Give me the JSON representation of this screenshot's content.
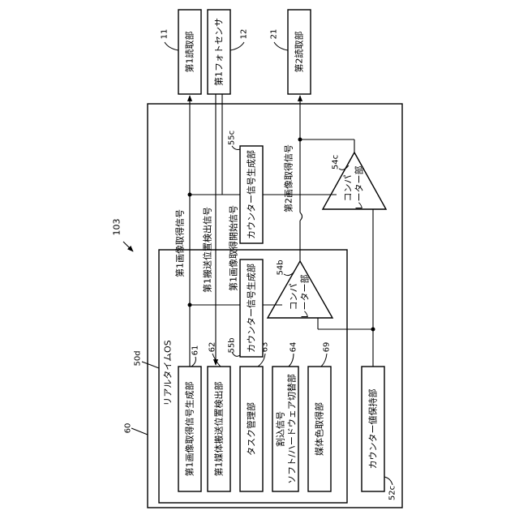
{
  "labels": {
    "ref_103": "103",
    "ref_60": "60",
    "ref_50d": "50d",
    "rtos": "リアルタイムOS",
    "top_reader1": {
      "num": "11",
      "text": "第1読取部"
    },
    "top_photosensor": {
      "num": "12",
      "text": "第1フォトセンサ"
    },
    "top_reader2": {
      "num": "21",
      "text": "第2読取部"
    },
    "block61": {
      "num": "61",
      "text": "第1画像取得信号生成部"
    },
    "block62": {
      "num": "62",
      "text": "第1媒体搬送位置検出部"
    },
    "block63": {
      "num": "63",
      "text": "タスク管理部"
    },
    "block64": {
      "num": "64",
      "line1": "割込信号",
      "line2": "ソフト/ハードウェア切替部"
    },
    "block69": {
      "num": "69",
      "text": "媒体色取得部"
    },
    "block52c": {
      "num": "52c",
      "text": "カウンター値保持部"
    },
    "block55b": {
      "num": "55b",
      "text": "カウンター信号生成部"
    },
    "block55c": {
      "num": "55c",
      "text": "カウンター信号生成部"
    },
    "comp54b": {
      "num": "54b",
      "line1": "コンパ",
      "line2": "レーター部"
    },
    "comp54c": {
      "num": "54c",
      "line1": "コンパ",
      "line2": "レーター部"
    },
    "sig_img1": "第1画像取得信号",
    "sig_conv1": "第1搬送位置検出信号",
    "sig_start1": "第1画像取得開始信号",
    "sig_img2": "第2画像取得信号"
  }
}
